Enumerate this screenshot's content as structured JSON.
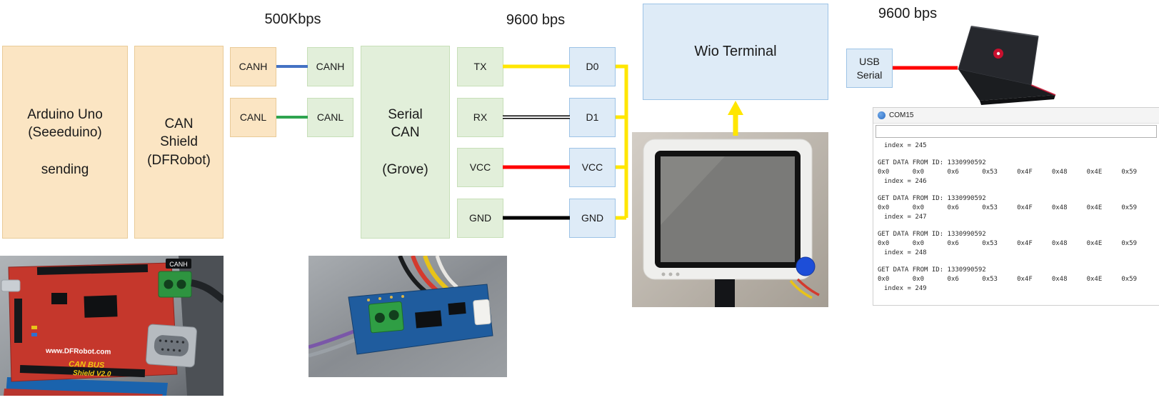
{
  "rates": {
    "can": "500Kbps",
    "serial": "9600 bps",
    "usb": "9600 bps"
  },
  "boxes": {
    "arduino": "Arduino Uno\n(Seeeduino)\n\nsending",
    "can_shield": "CAN\nShield\n(DFRobot)",
    "serial_can": "Serial\nCAN\n\n(Grove)",
    "wio_terminal": "Wio Terminal",
    "usb_serial": "USB\nSerial"
  },
  "pins": {
    "shield_canh": "CANH",
    "shield_canl": "CANL",
    "grove_canh": "CANH",
    "grove_canl": "CANL",
    "grove_tx": "TX",
    "grove_rx": "RX",
    "grove_vcc": "VCC",
    "grove_gnd": "GND",
    "wio_d0": "D0",
    "wio_d1": "D1",
    "wio_vcc": "VCC",
    "wio_gnd": "GND"
  },
  "palette": {
    "box_tan_fill": "#FBE5C3",
    "box_green_fill": "#E2EFDA",
    "box_blue_fill": "#DEEBF7"
  },
  "wires": {
    "canh": "#4472C4",
    "canl": "#2EA44F",
    "serial_yellow": "#FFE600",
    "rx_pair": "#000000",
    "vcc": "#FF0000",
    "gnd": "#000000",
    "usb_serial": "#FF0000"
  },
  "console": {
    "title": "COM15",
    "input_value": "",
    "first_partial_line": "index = 245",
    "entries": [
      {
        "header": "GET DATA FROM ID: 1330990592",
        "bytes": "0x0      0x0      0x6      0x53     0x4F     0x48     0x4E     0x59",
        "index_line": "index = 246"
      },
      {
        "header": "GET DATA FROM ID: 1330990592",
        "bytes": "0x0      0x0      0x6      0x53     0x4F     0x48     0x4E     0x59",
        "index_line": "index = 247"
      },
      {
        "header": "GET DATA FROM ID: 1330990592",
        "bytes": "0x0      0x0      0x6      0x53     0x4F     0x48     0x4E     0x59",
        "index_line": "index = 248"
      },
      {
        "header": "GET DATA FROM ID: 1330990592",
        "bytes": "0x0      0x0      0x6      0x53     0x4F     0x48     0x4E     0x59",
        "index_line": "index = 249"
      }
    ]
  },
  "photos": {
    "arduino_shield": {
      "label_canh": "CANH",
      "url": "www.DFRobot.com",
      "brand1": "CAN BUS",
      "brand2": "Shield V2.0"
    }
  }
}
